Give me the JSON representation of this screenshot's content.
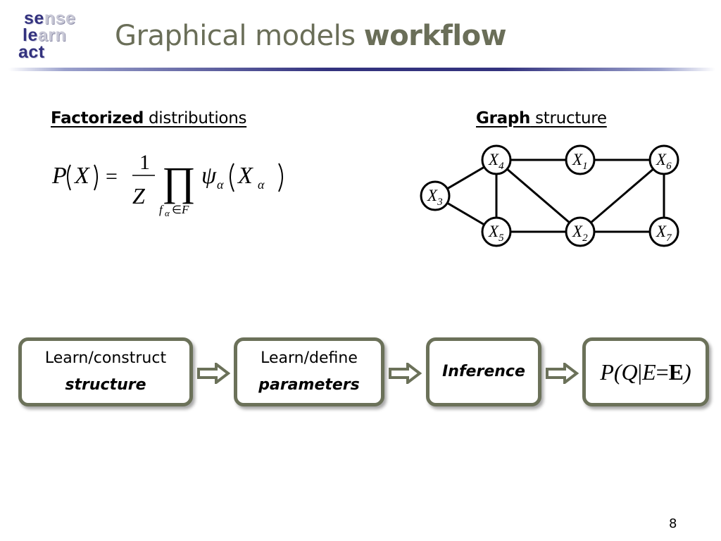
{
  "logo": {
    "line1": [
      "se",
      "nse"
    ],
    "line2": [
      "le",
      "arn"
    ],
    "line3": [
      "act",
      ""
    ]
  },
  "title": {
    "normal": "Graphical models ",
    "bold": "workflow"
  },
  "left_heading": {
    "bold": "Factorized",
    "normal": " distributions"
  },
  "right_heading": {
    "bold": "Graph",
    "normal": " structure"
  },
  "formula": {
    "lhs_P": "P",
    "lhs_X": "X",
    "equals": "=",
    "numerator": "1",
    "denominator": "Z",
    "product": "∏",
    "sub_f": "f",
    "sub_alpha": "α",
    "sub_in": "∈",
    "sub_F": "F",
    "psi": "ψ",
    "psi_sub": "α",
    "arg_X": "X",
    "arg_sub": "α"
  },
  "graph": {
    "nodes": [
      {
        "id": "X4",
        "label": "X",
        "sub": "4"
      },
      {
        "id": "X1",
        "label": "X",
        "sub": "1"
      },
      {
        "id": "X6",
        "label": "X",
        "sub": "6"
      },
      {
        "id": "X3",
        "label": "X",
        "sub": "3"
      },
      {
        "id": "X5",
        "label": "X",
        "sub": "5"
      },
      {
        "id": "X2",
        "label": "X",
        "sub": "2"
      },
      {
        "id": "X7",
        "label": "X",
        "sub": "7"
      }
    ],
    "edges": [
      [
        "X4",
        "X1"
      ],
      [
        "X1",
        "X6"
      ],
      [
        "X3",
        "X4"
      ],
      [
        "X3",
        "X5"
      ],
      [
        "X4",
        "X5"
      ],
      [
        "X4",
        "X2"
      ],
      [
        "X5",
        "X2"
      ],
      [
        "X2",
        "X6"
      ],
      [
        "X2",
        "X7"
      ],
      [
        "X6",
        "X7"
      ]
    ]
  },
  "workflow": {
    "step1": {
      "line1": "Learn/construct",
      "line2": "structure"
    },
    "step2": {
      "line1": "Learn/define",
      "line2": "parameters"
    },
    "step3": {
      "line1": "Inference"
    },
    "step4": {
      "P": "P(",
      "Q": "Q",
      "bar": "|",
      "E": "E",
      "eq": "=",
      "Ebold": "E",
      "close": ")"
    }
  },
  "colors": {
    "box_border": "#6b7159",
    "title": "#6a6e58",
    "logo_dark": "#33327e",
    "logo_light": "#c8c8d6"
  },
  "page_number": "8"
}
